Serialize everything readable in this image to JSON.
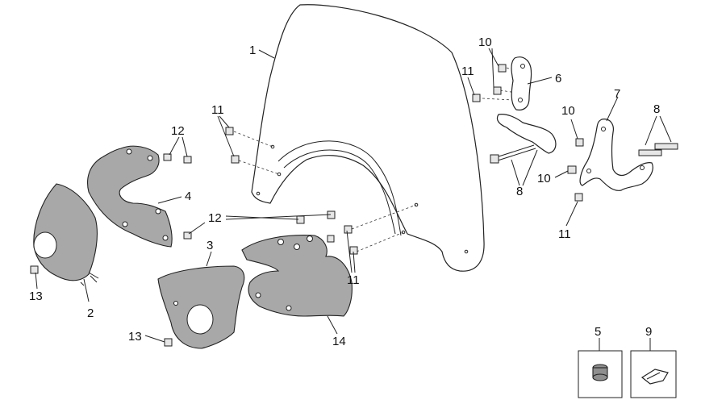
{
  "callouts": {
    "c1": "1",
    "c2": "2",
    "c3": "3",
    "c4": "4",
    "c5": "5",
    "c6": "6",
    "c7": "7",
    "c8a": "8",
    "c8b": "8",
    "c9": "9",
    "c10a": "10",
    "c10b": "10",
    "c10c": "10",
    "c11a": "11",
    "c11b": "11",
    "c11c": "11",
    "c11d": "11",
    "c12a": "12",
    "c12b": "12",
    "c13a": "13",
    "c13b": "13",
    "c14": "14"
  }
}
